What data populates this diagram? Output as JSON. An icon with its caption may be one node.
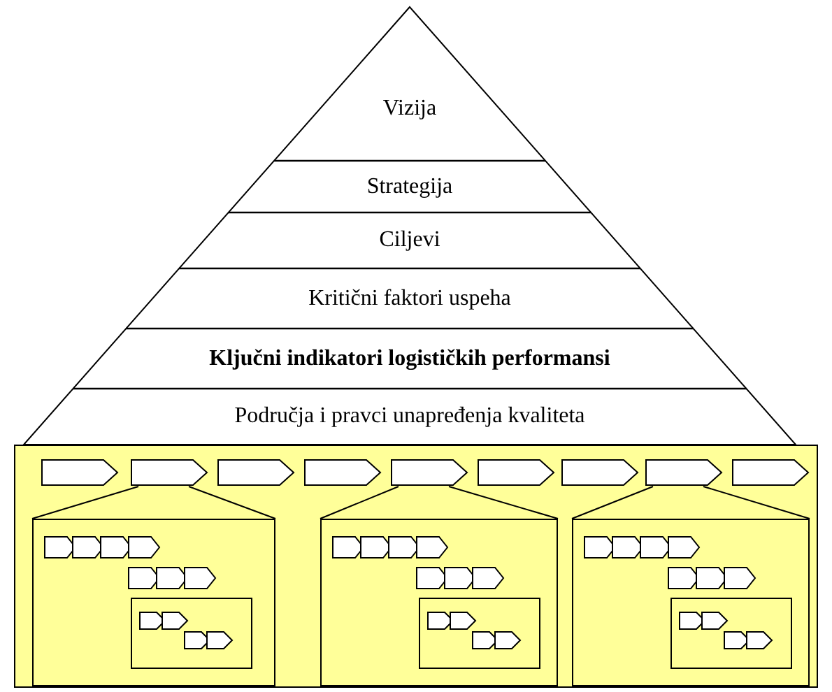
{
  "diagram": {
    "nodes": [
      {
        "text": [
          "Vizija"
        ]
      },
      {
        "text": [
          "Strategija"
        ]
      },
      {
        "text": [
          "Ciljevi"
        ]
      },
      {
        "text": [
          "Kritični faktori uspeha"
        ]
      },
      {
        "text": [
          "Ključni indikatori logističkih performansi"
        ]
      },
      {
        "text": [
          "Područja i pravci  unapređenja kvaliteta"
        ]
      },
      {
        "text": [],
        "shape": "box"
      },
      {
        "text": [],
        "shape": "chevron",
        "in": 6
      },
      {
        "text": [],
        "shape": "chevron",
        "in": 6
      },
      {
        "text": [],
        "shape": "chevron",
        "in": 6
      },
      {
        "text": [],
        "shape": "chevron",
        "in": 6
      },
      {
        "text": [],
        "shape": "chevron",
        "in": 6
      },
      {
        "text": [],
        "shape": "chevron",
        "in": 6
      },
      {
        "text": [],
        "shape": "chevron",
        "in": 6
      },
      {
        "text": [],
        "shape": "chevron",
        "in": 6
      },
      {
        "text": [],
        "shape": "chevron",
        "in": 6
      },
      {
        "text": [],
        "shape": "box",
        "in": 6
      },
      {
        "text": [],
        "shape": "box",
        "in": 6
      },
      {
        "text": [],
        "shape": "box",
        "in": 6
      }
    ],
    "edges": [
      {
        "from": 8,
        "to": 16,
        "arrow": "none"
      },
      {
        "from": 11,
        "to": 17,
        "arrow": "none"
      },
      {
        "from": 14,
        "to": 18,
        "arrow": "none"
      }
    ]
  }
}
